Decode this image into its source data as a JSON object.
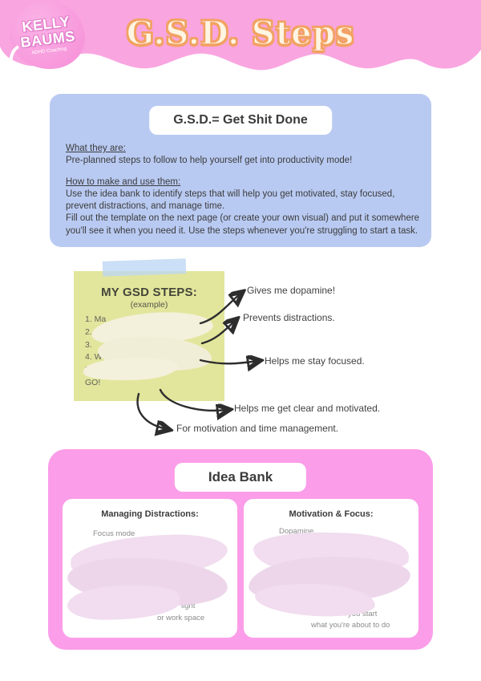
{
  "header": {
    "title": "G.S.D. Steps",
    "logo": {
      "line1": "KELLY",
      "line2": "BAUMS",
      "subtext": "ADHD Coaching"
    },
    "colors": {
      "banner_pink": "#F9A5E0",
      "title_fill": "#FFF5E3",
      "title_outline": "#F2A263"
    }
  },
  "info_box": {
    "background": "#B9CAF2",
    "heading": "G.S.D.= Get Shit Done",
    "what_label": "What they are:",
    "what_text": "Pre-planned steps to follow to help yourself get into productivity mode!",
    "how_label": "How to make and use them:",
    "how_text_1": "Use the idea bank to identify steps that will help you get motivated, stay focused,\nprevent distractions, and manage time.",
    "how_text_2": "Fill out the template on the next page (or create your own visual) and put it somewhere\nyou'll see it when you need it. Use the steps whenever you're struggling to start a task."
  },
  "note": {
    "background": "#E2E69C",
    "title": "MY GSD STEPS:",
    "subtitle": "(example)",
    "items": [
      "1. Ma",
      "2.",
      "3.",
      "4. W",
      "5."
    ],
    "go_label": "GO!"
  },
  "arrows": {
    "labels": [
      "Gives me dopamine!",
      "Prevents distractions.",
      "Helps me stay focused.",
      "Helps me get clear and motivated.",
      "For motivation and time management."
    ]
  },
  "idea_bank": {
    "background": "#FB9DE9",
    "heading": "Idea Bank",
    "left_card": {
      "title": "Managing Distractions:",
      "fragments": [
        "Focus mode",
        "light",
        "or work space"
      ]
    },
    "right_card": {
      "title": "Motivation & Focus:",
      "fragments": [
        "Dopamine",
        "you start",
        "what you're about to do"
      ]
    }
  }
}
